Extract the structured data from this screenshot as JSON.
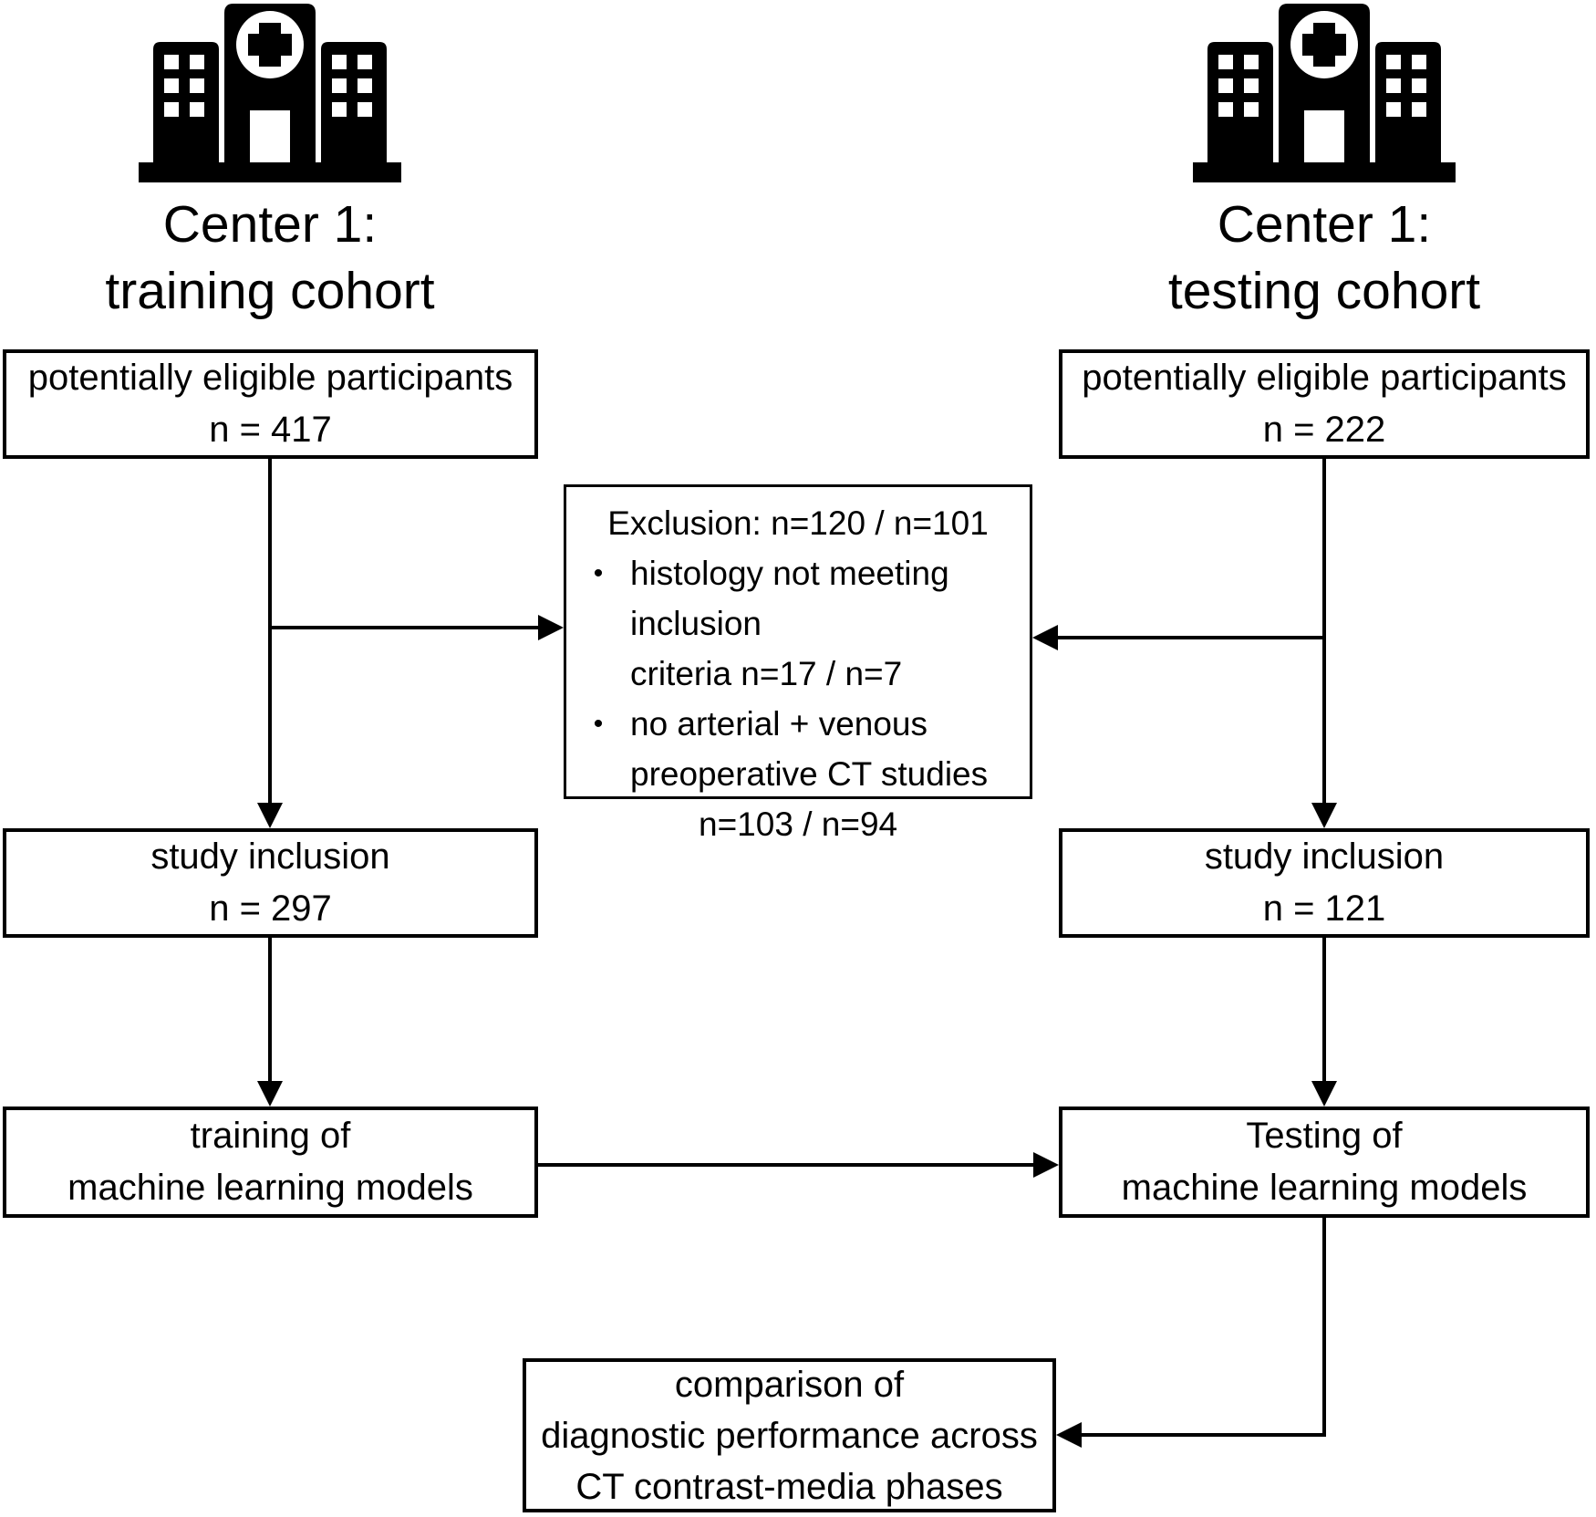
{
  "diagram": {
    "left": {
      "header": [
        "Center 1:",
        "training cohort"
      ],
      "eligible": [
        "potentially eligible participants",
        "n = 417"
      ],
      "inclusion": [
        "study inclusion",
        "n = 297"
      ],
      "model": [
        "training of",
        "machine learning models"
      ]
    },
    "right": {
      "header": [
        "Center 1:",
        "testing cohort"
      ],
      "eligible": [
        "potentially eligible participants",
        "n = 222"
      ],
      "inclusion": [
        "study inclusion",
        "n = 121"
      ],
      "model": [
        "Testing of",
        "machine learning models"
      ]
    },
    "exclusion": {
      "title": "Exclusion: n=120 / n=101",
      "bullet": "•",
      "items": [
        {
          "lines": [
            "histology not meeting inclusion",
            "criteria n=17 / n=7"
          ]
        },
        {
          "lines": [
            "no arterial + venous",
            "preoperative CT studies",
            "n=103 / n=94"
          ]
        }
      ]
    },
    "comparison": [
      "comparison of",
      "diagnostic performance across",
      "CT contrast-media phases"
    ],
    "colors": {
      "ink": "#000000",
      "paper": "#ffffff"
    }
  }
}
